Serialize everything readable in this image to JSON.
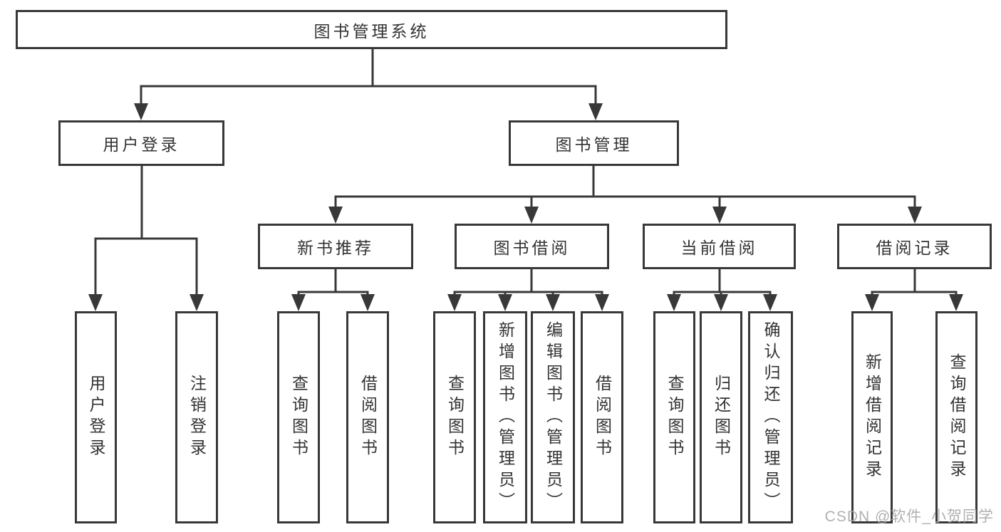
{
  "tree": {
    "label": "图书管理系统",
    "children": [
      {
        "label": "用户登录",
        "children": [
          {
            "label": "用户登录"
          },
          {
            "label": "注销登录"
          }
        ]
      },
      {
        "label": "图书管理",
        "children": [
          {
            "label": "新书推荐",
            "children": [
              {
                "label": "查询图书"
              },
              {
                "label": "借阅图书"
              }
            ]
          },
          {
            "label": "图书借阅",
            "children": [
              {
                "label": "查询图书"
              },
              {
                "label": "新增图书（管理员）"
              },
              {
                "label": "编辑图书（管理员）"
              },
              {
                "label": "借阅图书"
              }
            ]
          },
          {
            "label": "当前借阅",
            "children": [
              {
                "label": "查询图书"
              },
              {
                "label": "归还图书"
              },
              {
                "label": "确认归还（管理员）"
              }
            ]
          },
          {
            "label": "借阅记录",
            "children": [
              {
                "label": "新增借阅记录"
              },
              {
                "label": "查询借阅记录"
              }
            ]
          }
        ]
      }
    ]
  },
  "watermark": {
    "text": "CSDN @软件_小贺同学"
  },
  "colors": {
    "line": "#383838",
    "text": "#333333",
    "watermark": "#a8a8a8",
    "background": "#ffffff"
  }
}
